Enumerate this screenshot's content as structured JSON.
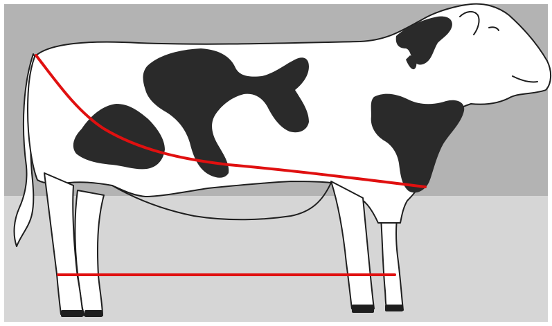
{
  "colors": {
    "frame": "#ffffff",
    "wall": "#b3b3b3",
    "floor": "#d6d6d6",
    "cow_body": "#ffffff",
    "cow_spots": "#2a2a2a",
    "outline": "#1e1e1e",
    "hooves": "#1e1e1e",
    "measure_line": "#e01010"
  },
  "figure": {
    "subject": "holstein-cow-side-view",
    "annotations": [
      {
        "id": "topline-curve",
        "kind": "curve"
      },
      {
        "id": "ground-line",
        "kind": "straight"
      }
    ]
  }
}
